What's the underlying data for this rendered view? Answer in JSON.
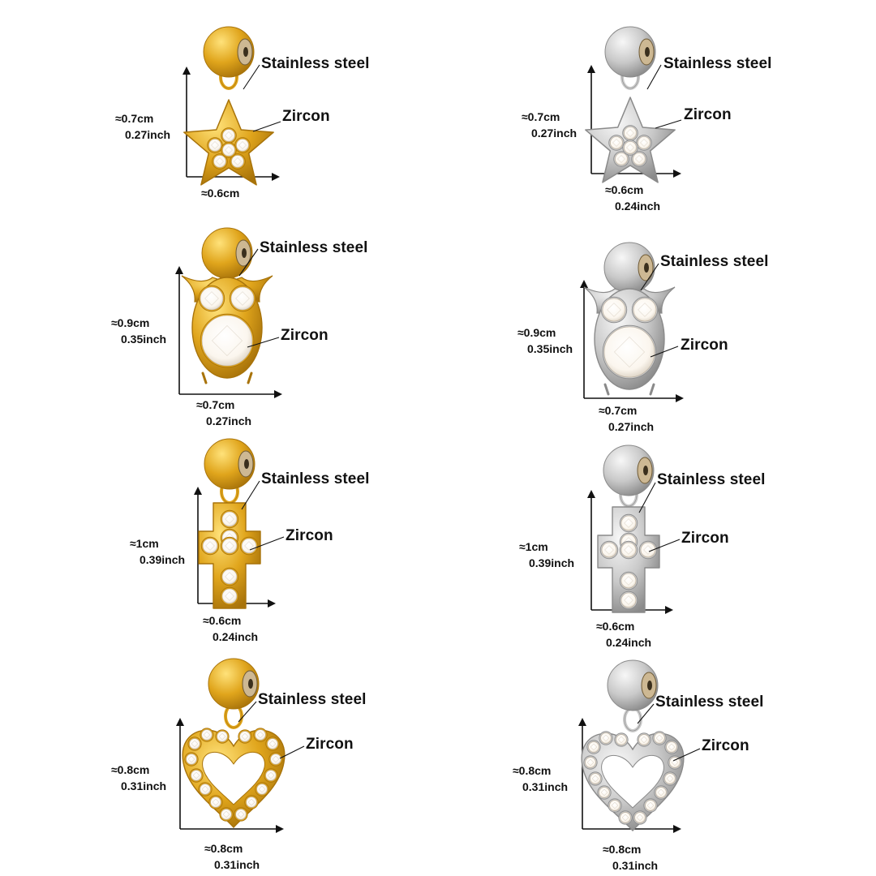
{
  "colors": {
    "gold": "#e0a51c",
    "gold_light": "#ffe27a",
    "gold_dark": "#a8730a",
    "silver": "#c9c9c9",
    "silver_light": "#f7f7f7",
    "silver_dark": "#8a8a8a",
    "zircon": "#fbf6ee"
  },
  "pendants": [
    {
      "shape": "star",
      "finish": "gold",
      "material_label": "Stainless steel",
      "stone_label": "Zircon",
      "height_cm": "≈0.7cm",
      "height_in": "0.27inch",
      "width_cm": "≈0.6cm",
      "width_in": ""
    },
    {
      "shape": "star",
      "finish": "silver",
      "material_label": "Stainless steel",
      "stone_label": "Zircon",
      "height_cm": "≈0.7cm",
      "height_in": "0.27inch",
      "width_cm": "≈0.6cm",
      "width_in": "0.24inch"
    },
    {
      "shape": "owl",
      "finish": "gold",
      "material_label": "Stainless steel",
      "stone_label": "Zircon",
      "height_cm": "≈0.9cm",
      "height_in": "0.35inch",
      "width_cm": "≈0.7cm",
      "width_in": "0.27inch"
    },
    {
      "shape": "owl",
      "finish": "silver",
      "material_label": "Stainless steel",
      "stone_label": "Zircon",
      "height_cm": "≈0.9cm",
      "height_in": "0.35inch",
      "width_cm": "≈0.7cm",
      "width_in": "0.27inch"
    },
    {
      "shape": "cross",
      "finish": "gold",
      "material_label": "Stainless steel",
      "stone_label": "Zircon",
      "height_cm": "≈1cm",
      "height_in": "0.39inch",
      "width_cm": "≈0.6cm",
      "width_in": "0.24inch"
    },
    {
      "shape": "cross",
      "finish": "silver",
      "material_label": "Stainless steel",
      "stone_label": "Zircon",
      "height_cm": "≈1cm",
      "height_in": "0.39inch",
      "width_cm": "≈0.6cm",
      "width_in": "0.24inch"
    },
    {
      "shape": "heart",
      "finish": "gold",
      "material_label": "Stainless steel",
      "stone_label": "Zircon",
      "height_cm": "≈0.8cm",
      "height_in": "0.31inch",
      "width_cm": "≈0.8cm",
      "width_in": "0.31inch"
    },
    {
      "shape": "heart",
      "finish": "silver",
      "material_label": "Stainless steel",
      "stone_label": "Zircon",
      "height_cm": "≈0.8cm",
      "height_in": "0.31inch",
      "width_cm": "≈0.8cm",
      "width_in": "0.31inch"
    }
  ]
}
